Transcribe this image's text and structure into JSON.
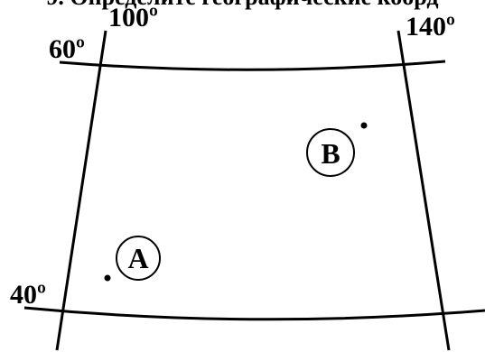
{
  "header": {
    "cut_text": "9. Определите географические коорд"
  },
  "map": {
    "meridians": [
      {
        "label": "100º",
        "lon": 100
      },
      {
        "label": "140º",
        "lon": 140
      }
    ],
    "parallels": [
      {
        "label": "60º",
        "lat": 60
      },
      {
        "label": "40º",
        "lat": 40
      }
    ],
    "points": [
      {
        "label": "A"
      },
      {
        "label": "B"
      }
    ]
  }
}
